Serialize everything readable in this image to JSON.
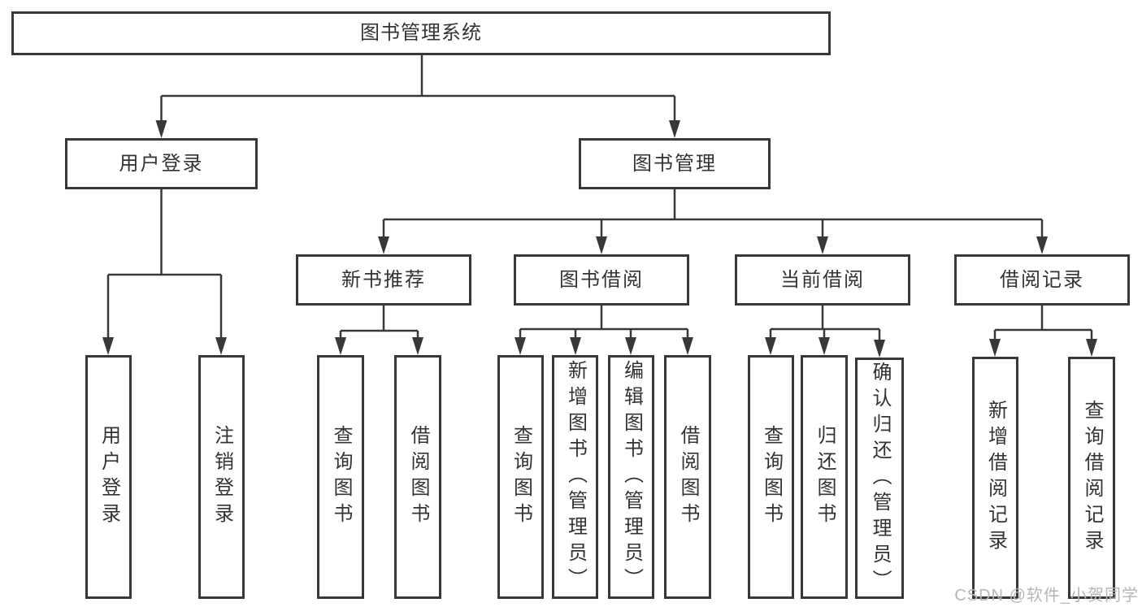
{
  "diagram": {
    "root": {
      "label": "图书管理系统"
    },
    "branches": [
      {
        "label": "用户登录",
        "children": [
          {
            "label": "用户登录"
          },
          {
            "label": "注销登录"
          }
        ]
      },
      {
        "label": "图书管理",
        "children": [
          {
            "label": "新书推荐",
            "children": [
              {
                "label": "查询图书"
              },
              {
                "label": "借阅图书"
              }
            ]
          },
          {
            "label": "图书借阅",
            "children": [
              {
                "label": "查询图书"
              },
              {
                "label": "新增图书（管理员）"
              },
              {
                "label": "编辑图书（管理员）"
              },
              {
                "label": "借阅图书"
              }
            ]
          },
          {
            "label": "当前借阅",
            "children": [
              {
                "label": "查询图书"
              },
              {
                "label": "归还图书"
              },
              {
                "label": "确认归还（管理员）"
              }
            ]
          },
          {
            "label": "借阅记录",
            "children": [
              {
                "label": "新增借阅记录"
              },
              {
                "label": "查询借阅记录"
              }
            ]
          }
        ]
      }
    ]
  },
  "watermark": "CSDN @软件_小贺同学",
  "colors": {
    "line": "#383838",
    "text": "#333333",
    "watermark": "#b6b6ba",
    "background": "#ffffff"
  }
}
